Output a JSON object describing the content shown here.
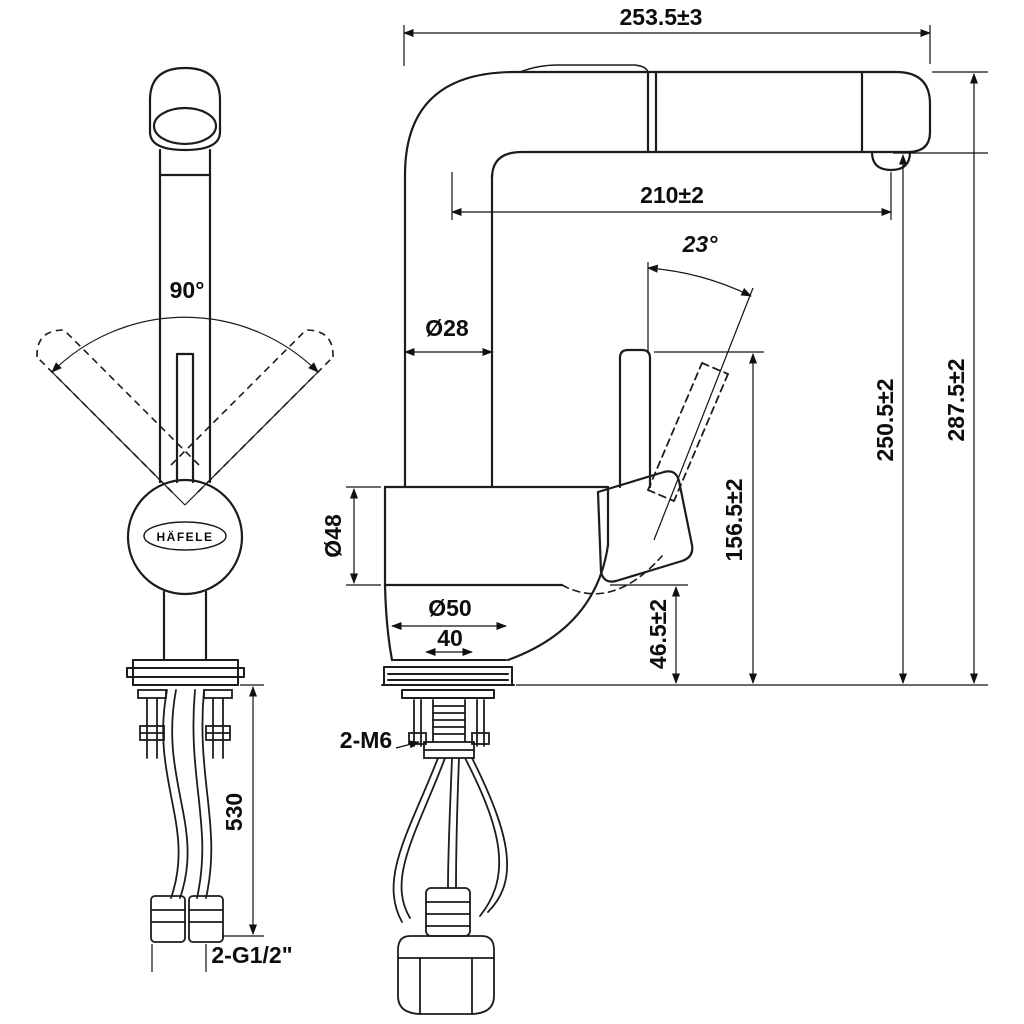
{
  "brand": {
    "logo_text": "HÄFELE"
  },
  "dims": {
    "top_width": "253.5±3",
    "spout_reach": "210±2",
    "handle_angle": "23°",
    "spout_tube_diameter": "Ø28",
    "body_diameter": "Ø48",
    "base_diameter": "Ø50",
    "base_width": "40",
    "handle_height": "156.5±2",
    "outlet_height": "250.5±2",
    "overall_height": "287.5±2",
    "base_height": "46.5±2",
    "mounting_screws": "2-M6",
    "swivel_angle": "90°",
    "hose_length": "530",
    "connection_thread": "2-G1/2\""
  }
}
